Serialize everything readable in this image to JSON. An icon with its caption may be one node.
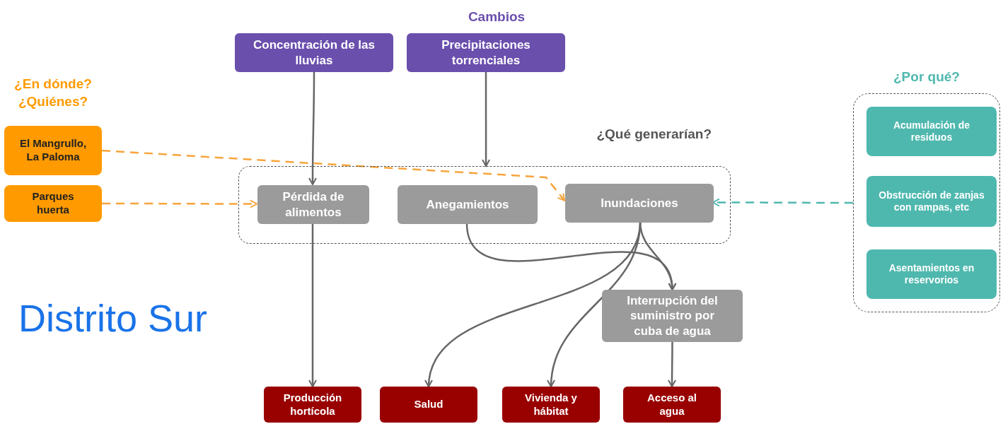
{
  "diagram": {
    "title": "Distrito Sur",
    "nodes": [
      {
        "text": [
          "Concentración de las lluvias"
        ]
      },
      {
        "text": [
          "Precipitaciones torrenciales"
        ]
      },
      {
        "text": [
          "El Mangrullo, La Paloma"
        ]
      },
      {
        "text": [
          "Parques huerta"
        ]
      },
      {
        "text": [
          "¿Qué generarían?"
        ]
      },
      {
        "text": [
          "Pérdida de alimentos"
        ],
        "in": 4
      },
      {
        "text": [
          "Anegamientos"
        ],
        "in": 4
      },
      {
        "text": [
          "Inundaciones"
        ],
        "in": 4
      },
      {
        "text": [
          "¿Por qué?"
        ]
      },
      {
        "text": [
          "Acumulación de residuos"
        ],
        "in": 8
      },
      {
        "text": [
          "Obstrucción de zanjas con rampas, etc"
        ],
        "in": 8
      },
      {
        "text": [
          "Asentamientos en reservorios"
        ],
        "in": 8
      },
      {
        "text": [
          "Interrupción del suministro por cuba de  agua"
        ]
      },
      {
        "text": [
          "Producción hortícola"
        ]
      },
      {
        "text": [
          "Salud"
        ]
      },
      {
        "text": [
          "Vivienda y hábitat"
        ]
      },
      {
        "text": [
          "Acceso al agua"
        ]
      }
    ],
    "edges": [
      {
        "from": 0,
        "to": 5,
        "arrow": "to"
      },
      {
        "from": 1,
        "to": 4,
        "arrow": "to"
      },
      {
        "from": 2,
        "to": 7,
        "arrow": "to",
        "style": "dashed",
        "color": "#f7a43c"
      },
      {
        "from": 3,
        "to": 5,
        "arrow": "to",
        "style": "dashed",
        "color": "#f7a43c"
      },
      {
        "from": 8,
        "to": 7,
        "arrow": "to",
        "style": "dashed",
        "color": "#4fb8ae"
      },
      {
        "from": 6,
        "to": 12,
        "arrow": "to"
      },
      {
        "from": 7,
        "to": 12,
        "arrow": "to"
      },
      {
        "from": 7,
        "to": 14,
        "arrow": "to"
      },
      {
        "from": 7,
        "to": 15,
        "arrow": "to"
      },
      {
        "from": 5,
        "to": 13,
        "arrow": "to"
      },
      {
        "from": 12,
        "to": 16,
        "arrow": "to"
      }
    ],
    "labels": [
      "Cambios",
      "¿En dónde?",
      "¿Quiénes?"
    ]
  }
}
